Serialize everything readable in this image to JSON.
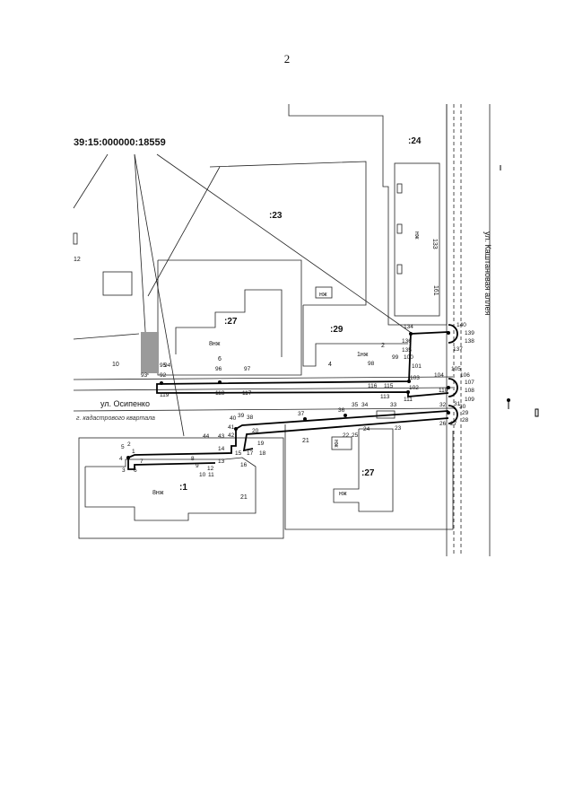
{
  "page": {
    "number": "2"
  },
  "cadastral_number": "39:15:000000:18559",
  "parcels": [
    {
      "id": "p24",
      "label": ":24"
    },
    {
      "id": "p23",
      "label": ":23"
    },
    {
      "id": "p27n",
      "label": ":27"
    },
    {
      "id": "p29",
      "label": ":29"
    },
    {
      "id": "p1",
      "label": ":1"
    },
    {
      "id": "p27s",
      "label": ":27"
    }
  ],
  "streets": [
    {
      "id": "osipenko",
      "label": "ул. Осипенко"
    },
    {
      "id": "kashtan",
      "label": "ул. Каштановая аллея"
    }
  ],
  "boundary_text": "г. кадастрового квартала",
  "building_marks": {
    "nzh": "нж",
    "vnzh": "8нж",
    "nzh_l": "1нж",
    "nzh_ne": "нж",
    "nzh_s1": "нж",
    "nzh_s2": "нж",
    "vnzh_s": "8нж"
  },
  "misc": {
    "n12": "12",
    "n133": "133",
    "n10": "10",
    "n6": "6",
    "n4": "4",
    "n2": "2",
    "n21": "21",
    "n21b": "21",
    "n161": "161"
  },
  "points": [
    {
      "id": "140",
      "t": "140"
    },
    {
      "id": "139",
      "t": "139"
    },
    {
      "id": "138",
      "t": "138"
    },
    {
      "id": "137",
      "t": "137"
    },
    {
      "id": "136",
      "t": "136"
    },
    {
      "id": "135",
      "t": "135"
    },
    {
      "id": "134",
      "t": "134"
    },
    {
      "id": "107",
      "t": "107"
    },
    {
      "id": "106",
      "t": "106"
    },
    {
      "id": "105",
      "t": "105"
    },
    {
      "id": "104",
      "t": "104"
    },
    {
      "id": "103",
      "t": "103"
    },
    {
      "id": "102",
      "t": "102"
    },
    {
      "id": "101",
      "t": "101"
    },
    {
      "id": "100",
      "t": "100"
    },
    {
      "id": "99",
      "t": "99"
    },
    {
      "id": "98",
      "t": "98"
    },
    {
      "id": "97",
      "t": "97"
    },
    {
      "id": "96",
      "t": "96"
    },
    {
      "id": "95",
      "t": "95"
    },
    {
      "id": "94",
      "t": "94"
    },
    {
      "id": "93",
      "t": "93"
    },
    {
      "id": "92",
      "t": "92"
    },
    {
      "id": "119",
      "t": "119"
    },
    {
      "id": "118",
      "t": "118"
    },
    {
      "id": "117",
      "t": "117"
    },
    {
      "id": "116",
      "t": "116"
    },
    {
      "id": "115",
      "t": "115"
    },
    {
      "id": "113",
      "t": "113"
    },
    {
      "id": "111",
      "t": "111"
    },
    {
      "id": "110",
      "t": "110"
    },
    {
      "id": "109",
      "t": "109"
    },
    {
      "id": "108",
      "t": "108"
    },
    {
      "id": "31",
      "t": "31"
    },
    {
      "id": "30",
      "t": "30"
    },
    {
      "id": "29",
      "t": "29"
    },
    {
      "id": "28",
      "t": "28"
    },
    {
      "id": "27",
      "t": "27"
    },
    {
      "id": "26",
      "t": "26"
    },
    {
      "id": "25",
      "t": "25"
    },
    {
      "id": "24",
      "t": "24"
    },
    {
      "id": "23",
      "t": "23"
    },
    {
      "id": "22",
      "t": "22"
    },
    {
      "id": "32",
      "t": "32"
    },
    {
      "id": "33",
      "t": "33"
    },
    {
      "id": "34",
      "t": "34"
    },
    {
      "id": "35",
      "t": "35"
    },
    {
      "id": "36",
      "t": "36"
    },
    {
      "id": "37",
      "t": "37"
    },
    {
      "id": "38",
      "t": "38"
    },
    {
      "id": "39",
      "t": "39"
    },
    {
      "id": "40",
      "t": "40"
    },
    {
      "id": "41",
      "t": "41"
    },
    {
      "id": "42",
      "t": "42"
    },
    {
      "id": "43",
      "t": "43"
    },
    {
      "id": "44",
      "t": "44"
    },
    {
      "id": "20",
      "t": "20"
    },
    {
      "id": "19",
      "t": "19"
    },
    {
      "id": "18",
      "t": "18"
    },
    {
      "id": "17",
      "t": "17"
    },
    {
      "id": "16",
      "t": "16"
    },
    {
      "id": "15",
      "t": "15"
    },
    {
      "id": "14",
      "t": "14"
    },
    {
      "id": "13",
      "t": "13"
    },
    {
      "id": "12",
      "t": "12"
    },
    {
      "id": "11",
      "t": "11"
    },
    {
      "id": "10",
      "t": "10"
    },
    {
      "id": "9",
      "t": "9"
    },
    {
      "id": "8",
      "t": "8"
    },
    {
      "id": "7",
      "t": "7"
    },
    {
      "id": "6",
      "t": "6"
    },
    {
      "id": "5",
      "t": "5"
    },
    {
      "id": "4",
      "t": "4"
    },
    {
      "id": "3",
      "t": "3"
    },
    {
      "id": "2",
      "t": "2"
    },
    {
      "id": "1",
      "t": "1"
    }
  ]
}
